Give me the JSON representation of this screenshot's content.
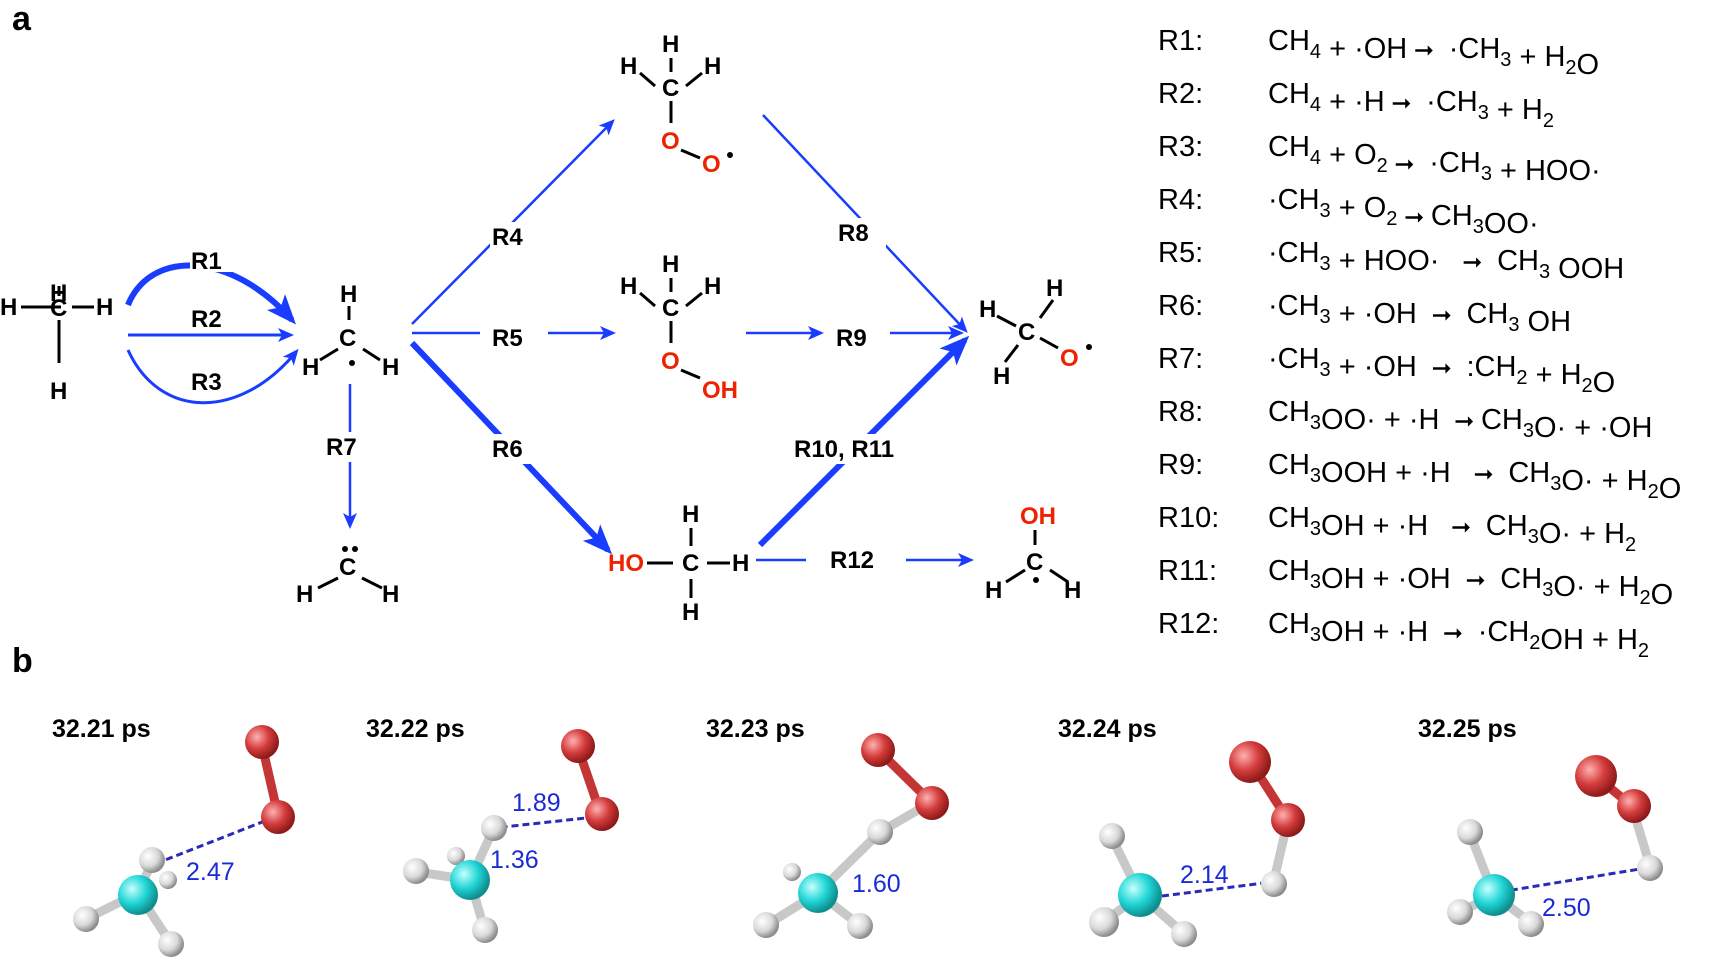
{
  "panels": {
    "a": "a",
    "b": "b"
  },
  "atoms": {
    "H": "H",
    "C": "C",
    "O": "O",
    "OH": "OH",
    "HO": "HO",
    "dot": "·",
    "colon": ":"
  },
  "reaction_labels": {
    "R1": "R1",
    "R2": "R2",
    "R3": "R3",
    "R4": "R4",
    "R5": "R5",
    "R6": "R6",
    "R7": "R7",
    "R8": "R8",
    "R9": "R9",
    "R10_R11": "R10, R11",
    "R12": "R12"
  },
  "equations": [
    {
      "id": "R1:",
      "parts": [
        [
          "CH",
          ""
        ],
        [
          "4",
          "sub"
        ],
        [
          " + ·OH",
          ""
        ],
        [
          "arrow",
          ""
        ],
        [
          " ·CH",
          ""
        ],
        [
          "3",
          "sub"
        ],
        [
          " + H",
          ""
        ],
        [
          "2",
          "sub"
        ],
        [
          "O",
          ""
        ]
      ]
    },
    {
      "id": "R2:",
      "parts": [
        [
          "CH",
          ""
        ],
        [
          "4",
          "sub"
        ],
        [
          " + ·H",
          ""
        ],
        [
          "arrow",
          ""
        ],
        [
          " ·CH",
          ""
        ],
        [
          "3",
          "sub"
        ],
        [
          " + H",
          ""
        ],
        [
          "2",
          "sub"
        ]
      ]
    },
    {
      "id": "R3:",
      "parts": [
        [
          "CH",
          ""
        ],
        [
          "4",
          "sub"
        ],
        [
          " + O",
          ""
        ],
        [
          "2",
          "sub"
        ],
        [
          "arrow",
          ""
        ],
        [
          " ·CH",
          ""
        ],
        [
          "3",
          "sub"
        ],
        [
          " + HOO·",
          ""
        ]
      ]
    },
    {
      "id": "R4:",
      "parts": [
        [
          "·CH",
          ""
        ],
        [
          "3",
          "sub"
        ],
        [
          " + O",
          ""
        ],
        [
          "2",
          "sub"
        ],
        [
          "arrow",
          ""
        ],
        [
          "CH",
          ""
        ],
        [
          "3",
          "sub"
        ],
        [
          "OO·",
          ""
        ]
      ]
    },
    {
      "id": "R5:",
      "parts": [
        [
          "·CH",
          ""
        ],
        [
          "3",
          "sub"
        ],
        [
          " + HOO·  ",
          ""
        ],
        [
          "arrow",
          ""
        ],
        [
          " CH",
          ""
        ],
        [
          "3",
          "sub"
        ],
        [
          " OOH",
          ""
        ]
      ]
    },
    {
      "id": "R6:",
      "parts": [
        [
          "·CH",
          ""
        ],
        [
          "3",
          "sub"
        ],
        [
          " + ·OH ",
          ""
        ],
        [
          "arrow",
          ""
        ],
        [
          " CH",
          ""
        ],
        [
          "3",
          "sub"
        ],
        [
          " OH",
          ""
        ]
      ]
    },
    {
      "id": "R7:",
      "parts": [
        [
          "·CH",
          ""
        ],
        [
          "3",
          "sub"
        ],
        [
          " + ·OH ",
          ""
        ],
        [
          "arrow",
          ""
        ],
        [
          " :CH",
          ""
        ],
        [
          "2",
          "sub"
        ],
        [
          " + H",
          ""
        ],
        [
          "2",
          "sub"
        ],
        [
          "O",
          ""
        ]
      ]
    },
    {
      "id": "R8:",
      "parts": [
        [
          "CH",
          ""
        ],
        [
          "3",
          "sub"
        ],
        [
          "OO· + ·H ",
          ""
        ],
        [
          "arrow",
          ""
        ],
        [
          "CH",
          ""
        ],
        [
          "3",
          "sub"
        ],
        [
          "O· + ·OH",
          ""
        ]
      ]
    },
    {
      "id": "R9:",
      "parts": [
        [
          "CH",
          ""
        ],
        [
          "3",
          "sub"
        ],
        [
          "OOH + ·H  ",
          ""
        ],
        [
          "arrow",
          ""
        ],
        [
          " CH",
          ""
        ],
        [
          "3",
          "sub"
        ],
        [
          "O· + H",
          ""
        ],
        [
          "2",
          "sub"
        ],
        [
          "O",
          ""
        ]
      ]
    },
    {
      "id": "R10:",
      "parts": [
        [
          "CH",
          ""
        ],
        [
          "3",
          "sub"
        ],
        [
          "OH + ·H  ",
          ""
        ],
        [
          "arrow",
          ""
        ],
        [
          " CH",
          ""
        ],
        [
          "3",
          "sub"
        ],
        [
          "O· + H",
          ""
        ],
        [
          "2",
          "sub"
        ]
      ]
    },
    {
      "id": "R11:",
      "parts": [
        [
          "CH",
          ""
        ],
        [
          "3",
          "sub"
        ],
        [
          "OH + ·OH ",
          ""
        ],
        [
          "arrow",
          ""
        ],
        [
          " CH",
          ""
        ],
        [
          "3",
          "sub"
        ],
        [
          "O· + H",
          ""
        ],
        [
          "2",
          "sub"
        ],
        [
          "O",
          ""
        ]
      ]
    },
    {
      "id": "R12:",
      "parts": [
        [
          "CH",
          ""
        ],
        [
          "3",
          "sub"
        ],
        [
          "OH + ·H ",
          ""
        ],
        [
          "arrow",
          ""
        ],
        [
          " ·CH",
          ""
        ],
        [
          "2",
          "sub"
        ],
        [
          "OH + H",
          ""
        ],
        [
          "2",
          "sub"
        ]
      ]
    }
  ],
  "snapshots": [
    {
      "time": "32.21 ps",
      "distance": "2.47"
    },
    {
      "time": "32.22 ps",
      "distance": "1.89",
      "distance2": "1.36"
    },
    {
      "time": "32.23 ps",
      "distance": "1.60"
    },
    {
      "time": "32.24 ps",
      "distance": "2.14"
    },
    {
      "time": "32.25 ps",
      "distance": "2.50"
    }
  ],
  "colors": {
    "arrow": "#1a3cff",
    "oxygen_text": "#ee2200",
    "carbon": "#22d6d6",
    "oxygen_atom": "#d43c3c",
    "hydrogen": "#d9d9d9",
    "distance": "#1a2bd6"
  }
}
